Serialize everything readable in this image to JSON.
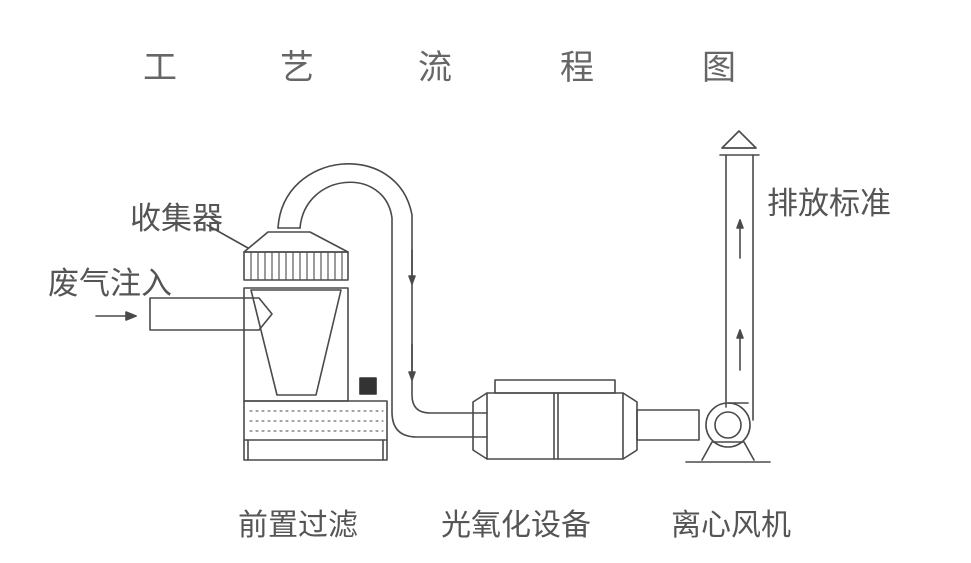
{
  "title": [
    "工",
    "艺",
    "流",
    "程",
    "图"
  ],
  "labels": {
    "collector": "收集器",
    "gas_inlet": "废气注入",
    "emission": "排放标准",
    "prefilter": "前置过滤",
    "photo_oxidation": "光氧化设备",
    "centrifugal_fan": "离心风机"
  },
  "colors": {
    "line": "#4a4a4a",
    "text": "#555555"
  }
}
